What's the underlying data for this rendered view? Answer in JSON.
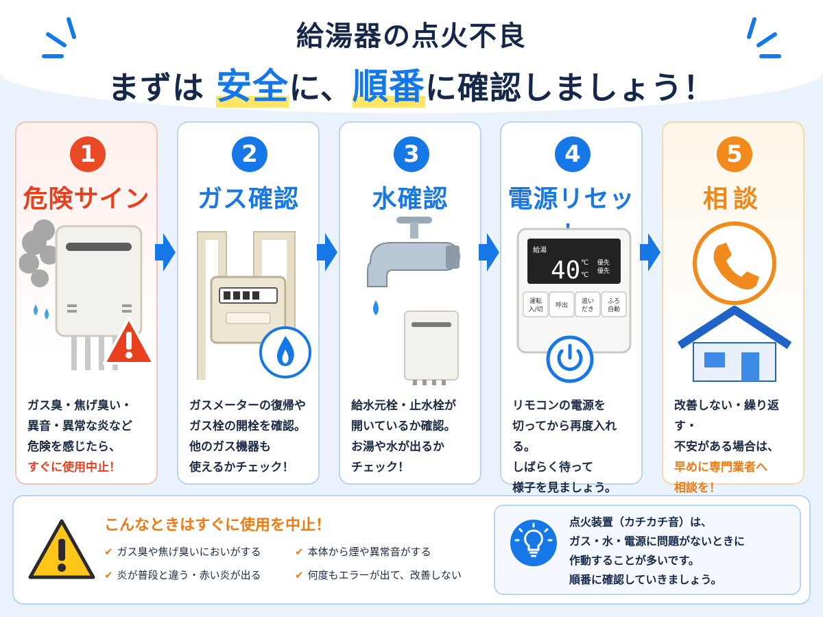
{
  "header": {
    "title_line1": "給湯器の点火不良",
    "title_pre": "まずは",
    "title_hl1": "安全",
    "title_mid": "に、",
    "title_hl2": "順番",
    "title_post": "に確認しましょう！"
  },
  "steps": [
    {
      "number": "1",
      "title": "危険サイン",
      "desc": "ガス臭・焦げ臭い・\n異音・異常な炎など\n危険を感じたら、",
      "desc_warn": "すぐに使用中止！",
      "illustration": "smoking-water-heater-with-warning-icon",
      "color": "#e94a26"
    },
    {
      "number": "2",
      "title": "ガス確認",
      "desc": "ガスメーターの復帰や\nガス栓の開栓を確認。\n他のガス機器も\n使えるかチェック！",
      "illustration": "gas-meter-with-flame-icon",
      "color": "#1677e6"
    },
    {
      "number": "3",
      "title": "水確認",
      "desc": "給水元栓・止水栓が\n開いているか確認。\nお湯や水が出るか\nチェック！",
      "illustration": "faucet-and-water-heater",
      "color": "#1677e6"
    },
    {
      "number": "4",
      "title": "電源リセット",
      "desc": "リモコンの電源を\n切ってから再度入れる。\nしばらく待って\n様子を見ましょう。",
      "illustration": "remote-controller-with-power-icon",
      "color": "#1677e6",
      "remote": {
        "label": "給湯",
        "temp": "40",
        "unit_top": "℃",
        "unit_bottom": "℃",
        "priority1": "優先",
        "priority2": "優先",
        "buttons": [
          {
            "line1": "運転",
            "line2": "入/切"
          },
          {
            "line1": "呼出",
            "line2": ""
          },
          {
            "line1": "追い",
            "line2": "だき"
          },
          {
            "line1": "ふろ",
            "line2": "自動"
          }
        ]
      }
    },
    {
      "number": "5",
      "title": "相談",
      "desc": "改善しない・繰り返す・\n不安がある場合は、",
      "desc_warn": "早めに専門業者へ\n相談を！",
      "illustration": "phone-icon-and-house",
      "color": "#f18a1c"
    }
  ],
  "warning_box": {
    "title": "こんなときはすぐに使用を中止！",
    "check_mark": "✔",
    "items": [
      "ガス臭や焦げ臭いにおいがする",
      "本体から煙や異常音がする",
      "炎が普段と違う・赤い炎が出る",
      "何度もエラーが出て、改善しない"
    ]
  },
  "tip_box": {
    "icon": "lightbulb-icon",
    "text": "点火装置（カチカチ音）は、\nガス・水・電源に問題がないときに\n作動することが多いです。\n順番に確認していきましょう。"
  },
  "colors": {
    "primary": "#1677e6",
    "danger": "#e94a26",
    "consult": "#f18a1c",
    "highlight": "#ffe566"
  }
}
